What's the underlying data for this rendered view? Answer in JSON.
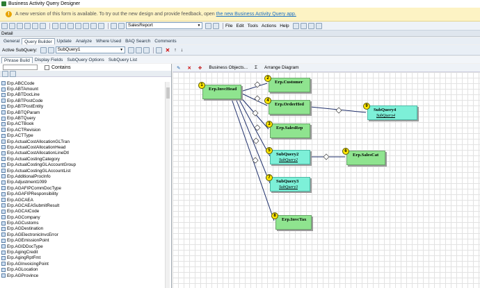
{
  "window": {
    "title": "Business Activity Query Designer"
  },
  "notice": {
    "text": "A new version of this form is available. To try out the new design and provide feedback, open",
    "link": "the new Business Activity Query app."
  },
  "toolbar": {
    "query_combo": "SalesReport",
    "menus": [
      "File",
      "Edit",
      "Tools",
      "Actions",
      "Help"
    ]
  },
  "detail": {
    "label": "Detail"
  },
  "tabs": [
    "General",
    "Query Builder",
    "Update",
    "Analyze",
    "Where Used",
    "BAQ Search",
    "Comments"
  ],
  "subquery_bar": {
    "label": "Active SubQuery:",
    "value": "SubQuery1"
  },
  "subtabs": [
    "Phrase Build",
    "Display Fields",
    "SubQuery Options",
    "SubQuery List"
  ],
  "left_panel": {
    "contains_label": "Contains",
    "items": [
      "Erp.ABCCode",
      "Erp.ABTAmount",
      "Erp.ABTDocLine",
      "Erp.ABTPostCode",
      "Erp.ABTPostEntity",
      "Erp.ABTQParam",
      "Erp.ABTQuery",
      "Erp.ACTBook",
      "Erp.ACTRevision",
      "Erp.ACTType",
      "Erp.ActualCostAllocationGLTran",
      "Erp.ActualCostAllocationHead",
      "Erp.ActualCostAllocationLineDtl",
      "Erp.ActualCostingCategory",
      "Erp.ActualCostingGLAccountGroup",
      "Erp.ActualCostingGLAccountList",
      "Erp.AdditionalProcInfo",
      "Erp.Adjustment1099",
      "Erp.AGAFIPCommDocType",
      "Erp.AGAFIPResponsibility",
      "Erp.AGCAEA",
      "Erp.AGCAEASubmitResult",
      "Erp.AGCAICode",
      "Erp.AGCompany",
      "Erp.AGCustoms",
      "Erp.AGDestination",
      "Erp.AGElectronicInvcError",
      "Erp.AGEmissionPoint",
      "Erp.AGIDDocType",
      "Erp.AgingCredit",
      "Erp.AgingRptFmt",
      "Erp.AGInvoicingPoint",
      "Erp.AGLocation",
      "Erp.AGProvince"
    ]
  },
  "diagram_toolbar": {
    "business_objects": "Business Objects...",
    "arrange": "Arrange Diagram"
  },
  "diagram": {
    "nodes": [
      {
        "num": "1",
        "name": "Erp.InvcHead",
        "kind": "table"
      },
      {
        "num": "2",
        "name": "Erp.Customer",
        "kind": "table"
      },
      {
        "num": "4",
        "name": "Erp.OrderHed",
        "kind": "table"
      },
      {
        "num": "9",
        "name": "SubQuery4",
        "sub": "SubQuery4",
        "kind": "sub"
      },
      {
        "num": "3",
        "name": "Erp.SalesRep",
        "kind": "table"
      },
      {
        "num": "5",
        "name": "SubQuery2",
        "sub": "SubQuery2",
        "kind": "sub"
      },
      {
        "num": "6",
        "name": "Erp.SalesCat",
        "kind": "table"
      },
      {
        "num": "7",
        "name": "SubQuery3",
        "sub": "SubQuery3",
        "kind": "sub"
      },
      {
        "num": "8",
        "name": "Erp.InvcTax",
        "kind": "table"
      }
    ]
  }
}
